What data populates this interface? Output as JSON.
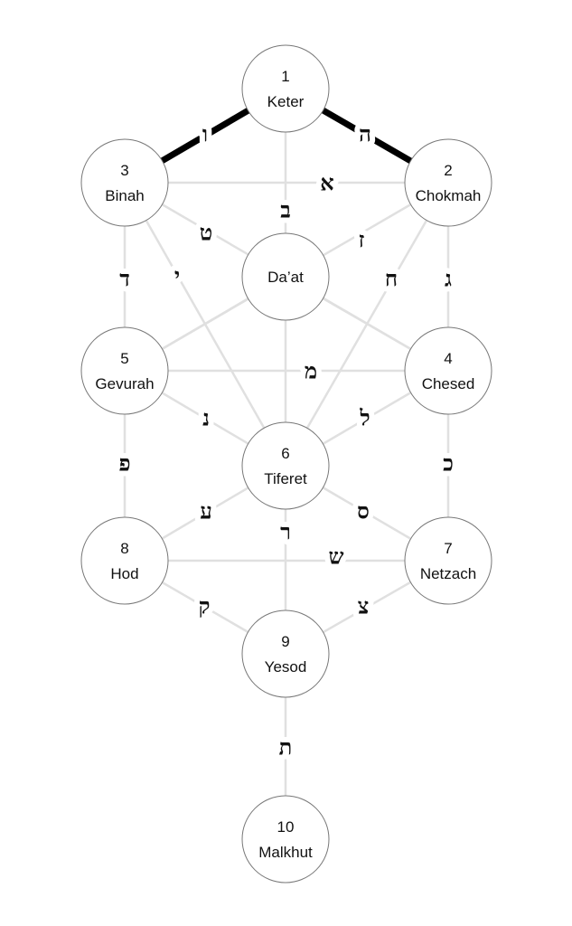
{
  "colors": {
    "path": "#e0e0e0",
    "highlight_path": "#000000",
    "node_border": "#777777",
    "text": "#111111"
  },
  "nodes": [
    {
      "id": "keter",
      "number": "1",
      "name": "Keter"
    },
    {
      "id": "chokmah",
      "number": "2",
      "name": "Chokmah"
    },
    {
      "id": "binah",
      "number": "3",
      "name": "Binah"
    },
    {
      "id": "daat",
      "number": "",
      "name": "Da’at"
    },
    {
      "id": "chesed",
      "number": "4",
      "name": "Chesed"
    },
    {
      "id": "gevurah",
      "number": "5",
      "name": "Gevurah"
    },
    {
      "id": "tiferet",
      "number": "6",
      "name": "Tiferet"
    },
    {
      "id": "netzach",
      "number": "7",
      "name": "Netzach"
    },
    {
      "id": "hod",
      "number": "8",
      "name": "Hod"
    },
    {
      "id": "yesod",
      "number": "9",
      "name": "Yesod"
    },
    {
      "id": "malkhut",
      "number": "10",
      "name": "Malkhut"
    }
  ],
  "paths": [
    {
      "from": "keter",
      "to": "binah",
      "letter": "ו",
      "highlighted": true
    },
    {
      "from": "keter",
      "to": "chokmah",
      "letter": "ה",
      "highlighted": true
    },
    {
      "from": "binah",
      "to": "chokmah",
      "letter": "א"
    },
    {
      "from": "keter",
      "to": "tiferet",
      "letter": "ב"
    },
    {
      "from": "binah",
      "to": "chesed",
      "letter": "ט"
    },
    {
      "from": "chokmah",
      "to": "gevurah",
      "letter": "ז"
    },
    {
      "from": "binah",
      "to": "gevurah",
      "letter": "ד"
    },
    {
      "from": "binah",
      "to": "tiferet",
      "letter": "י"
    },
    {
      "from": "chokmah",
      "to": "tiferet",
      "letter": "ח"
    },
    {
      "from": "chokmah",
      "to": "chesed",
      "letter": "ג"
    },
    {
      "from": "gevurah",
      "to": "chesed",
      "letter": "מ"
    },
    {
      "from": "gevurah",
      "to": "tiferet",
      "letter": "נ"
    },
    {
      "from": "chesed",
      "to": "tiferet",
      "letter": "ל"
    },
    {
      "from": "gevurah",
      "to": "hod",
      "letter": "פ"
    },
    {
      "from": "chesed",
      "to": "netzach",
      "letter": "כ"
    },
    {
      "from": "tiferet",
      "to": "hod",
      "letter": "ע"
    },
    {
      "from": "tiferet",
      "to": "netzach",
      "letter": "ס"
    },
    {
      "from": "tiferet",
      "to": "yesod",
      "letter": "ר"
    },
    {
      "from": "hod",
      "to": "netzach",
      "letter": "ש"
    },
    {
      "from": "hod",
      "to": "yesod",
      "letter": "ק"
    },
    {
      "from": "netzach",
      "to": "yesod",
      "letter": "צ"
    },
    {
      "from": "yesod",
      "to": "malkhut",
      "letter": "ת"
    },
    {
      "from": "daat",
      "to": "gevurah",
      "letter": ""
    },
    {
      "from": "daat",
      "to": "chesed",
      "letter": ""
    }
  ]
}
